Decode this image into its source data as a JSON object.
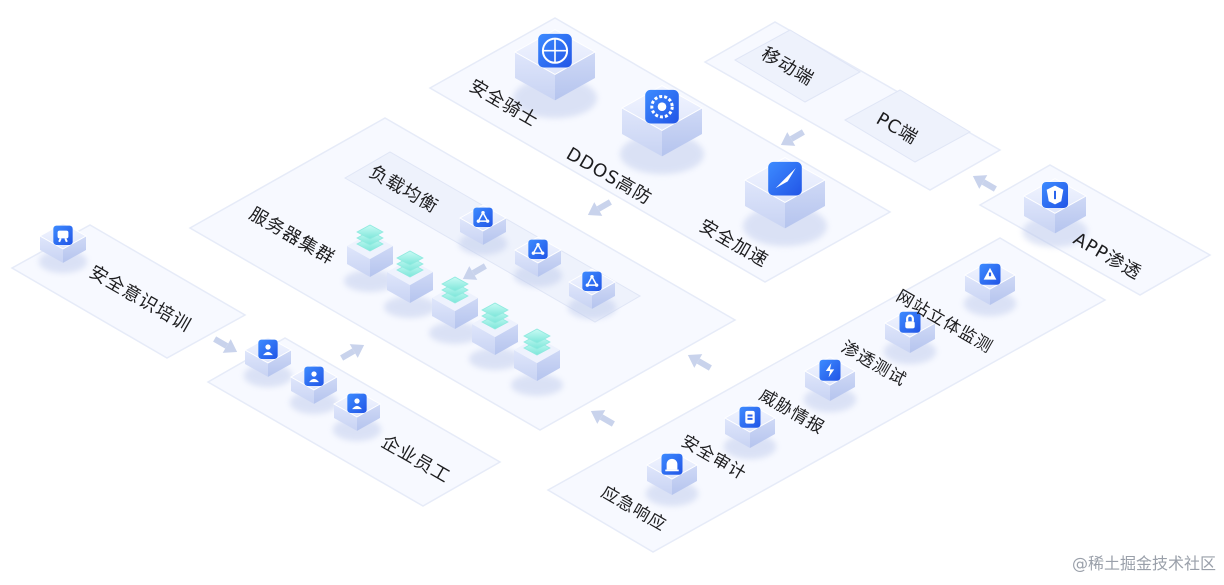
{
  "accent": "#2f6df6",
  "labels": {
    "security_knight": "安全骑士",
    "ddos": "DDOS高防",
    "mobile": "移动端",
    "pc": "PC端",
    "accel": "安全加速",
    "app_harden": "APP渗透",
    "load_balance": "负载均衡",
    "server_cluster": "服务器集群",
    "awareness_training": "安全意识培训",
    "employees": "企业员工",
    "site_monitor": "网站立体监测",
    "pentest": "渗透测试",
    "threat_intel": "威胁情报",
    "audit": "安全审计",
    "emergency": "应急响应"
  },
  "watermark": "@稀土掘金技术社区"
}
